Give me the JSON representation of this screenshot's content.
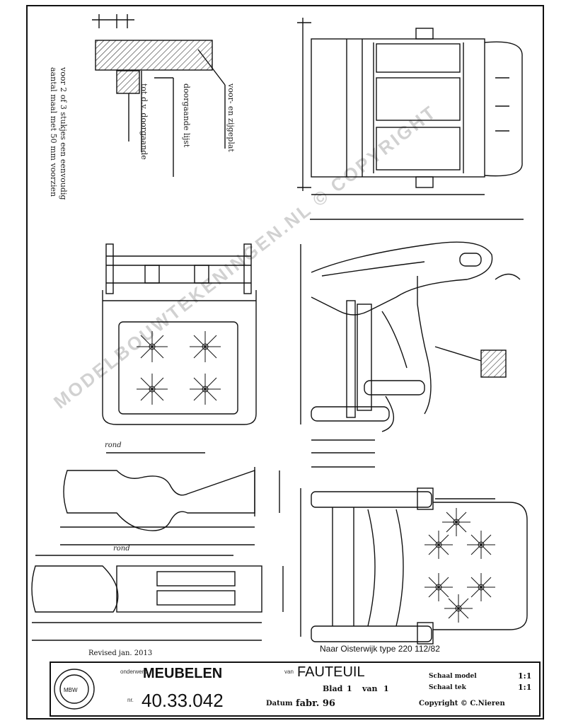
{
  "notes": {
    "left_vertical_1": "voor 2 of 3 stukjes een eenvoudig",
    "left_vertical_2": "aantal maal met 50 mm voorzien",
    "label_a": "voor- en zijgeplat",
    "label_b": "doorgaande lijst",
    "label_c": "tot d.v. doorgaande",
    "rond_1": "rond",
    "rond_2": "rond",
    "revised": "Revised jan. 2013",
    "source": "Naar Oisterwijk type 220 112/82"
  },
  "title_block": {
    "category_label": "onderwerp",
    "category": "MEUBELEN",
    "number_label": "nr.",
    "number": "40.33.042",
    "object_label": "van",
    "object": "FAUTEUIL",
    "sheet_label": "Blad",
    "sheet": "1",
    "of_label": "van",
    "of": "1",
    "date_label": "Datum",
    "date": "fabr. 96",
    "scale_model_label": "Schaal model",
    "scale_model": "1:1",
    "scale_detail_label": "Schaal tek",
    "scale_detail": "1:1",
    "copyright": "Copyright © C.Nieren"
  },
  "watermark": "MODELBOUWTEKENINGEN.NL © COPYRIGHT",
  "colors": {
    "ink": "#111111",
    "paper": "#ffffff",
    "hatch": "#333333"
  }
}
